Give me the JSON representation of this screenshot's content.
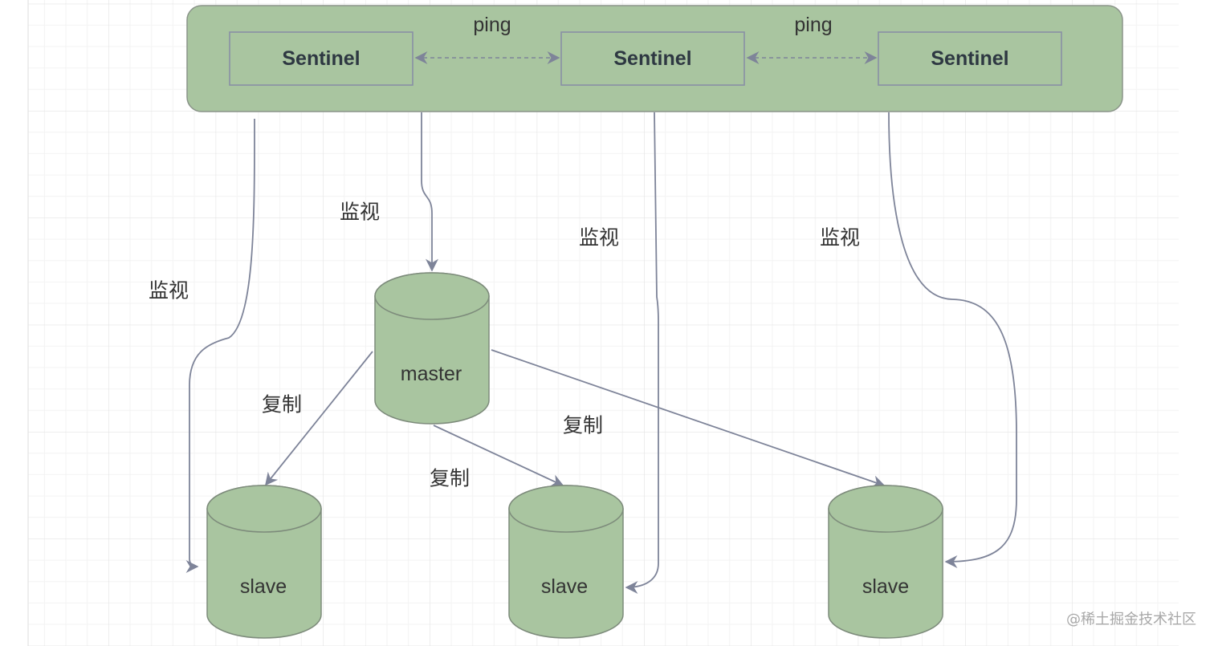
{
  "cluster": {
    "sentinels": [
      {
        "label": "Sentinel"
      },
      {
        "label": "Sentinel"
      },
      {
        "label": "Sentinel"
      }
    ],
    "ping_labels": [
      "ping",
      "ping"
    ]
  },
  "master": {
    "label": "master"
  },
  "slaves": [
    {
      "label": "slave"
    },
    {
      "label": "slave"
    },
    {
      "label": "slave"
    }
  ],
  "monitor_labels": [
    "监视",
    "监视",
    "监视",
    "监视"
  ],
  "replicate_labels": [
    "复制",
    "复制",
    "复制"
  ],
  "watermark": "@稀土掘金技术社区",
  "colors": {
    "node_fill": "#a9c5a0",
    "node_stroke": "#7d8b7b",
    "box_stroke": "#8990a5",
    "edge": "#7e8499",
    "text": "#333333"
  }
}
